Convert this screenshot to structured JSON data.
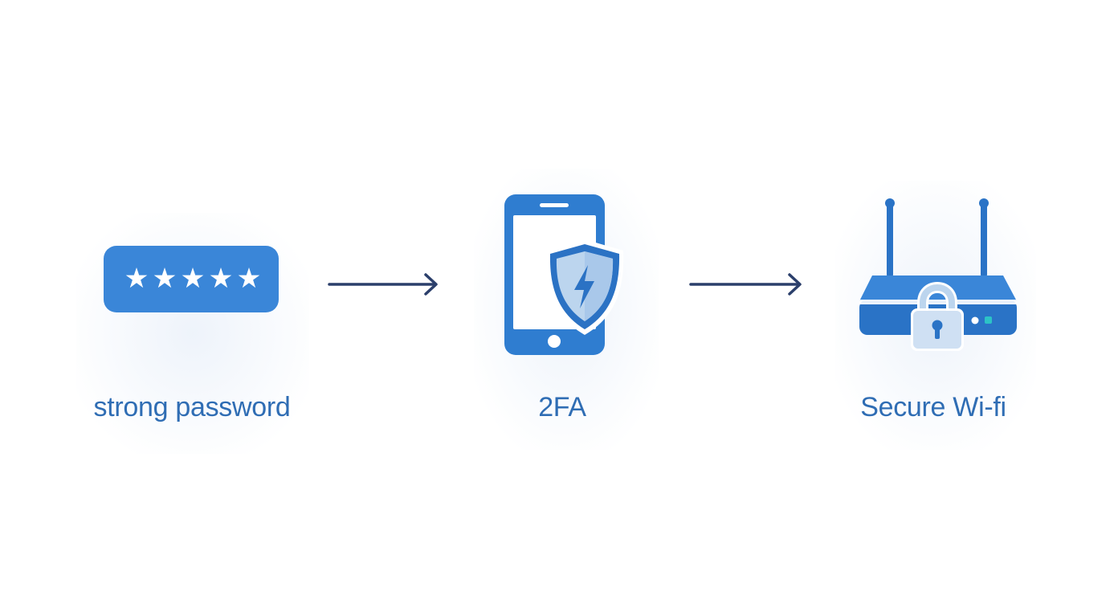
{
  "steps": [
    {
      "label": "strong password",
      "icon": "password-field-icon"
    },
    {
      "label": "2FA",
      "icon": "phone-shield-icon"
    },
    {
      "label": "Secure Wi-fi",
      "icon": "router-lock-icon"
    }
  ],
  "arrows": [
    "arrow-right-icon",
    "arrow-right-icon"
  ],
  "colors": {
    "primary": "#3a86d8",
    "dark_blue": "#1f5fae",
    "light_blue": "#cfe0f3",
    "arrow": "#2b3f6b",
    "label": "#2f6db4",
    "accent": "#2cc3c6"
  }
}
